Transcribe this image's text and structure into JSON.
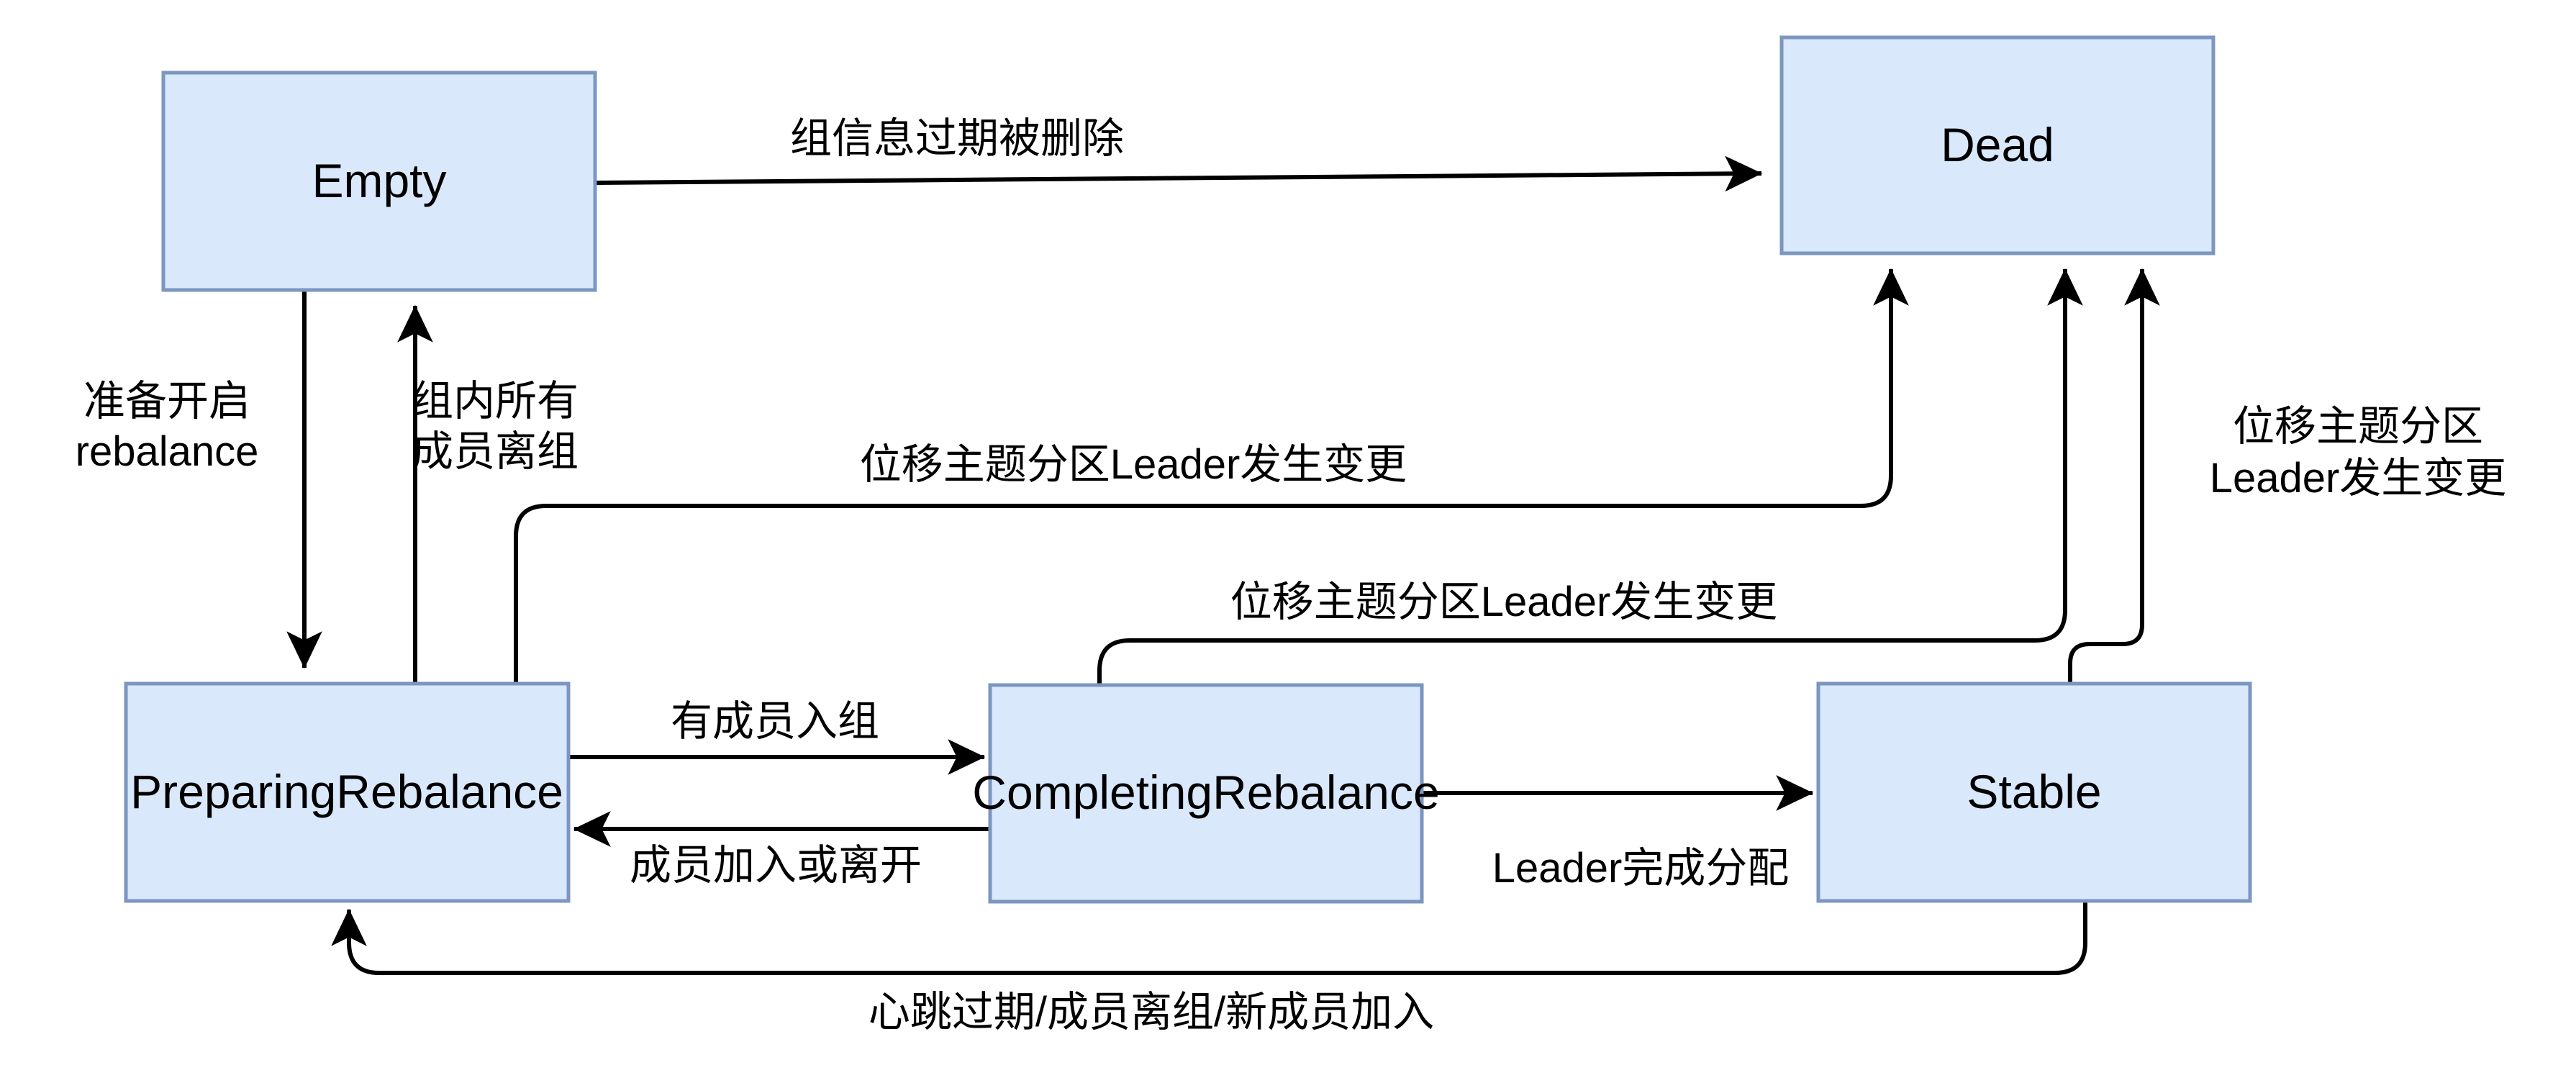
{
  "diagram": {
    "type": "state-machine",
    "colors": {
      "background": "#ffffff",
      "node_fill": "#dae8fc",
      "node_border": "#7b96bf",
      "edge_color": "#000000",
      "text_color": "#000000"
    },
    "nodes": {
      "empty": {
        "label": "Empty"
      },
      "dead": {
        "label": "Dead"
      },
      "preparing_rebalance": {
        "label": "PreparingRebalance"
      },
      "completing_rebalance": {
        "label": "CompletingRebalance"
      },
      "stable": {
        "label": "Stable"
      }
    },
    "edges": {
      "empty_to_dead": {
        "from": "Empty",
        "to": "Dead",
        "label": "组信息过期被删除"
      },
      "empty_to_preparing": {
        "from": "Empty",
        "to": "PreparingRebalance",
        "label": "准备开启 rebalance",
        "label_line1": "准备开启",
        "label_line2": "rebalance"
      },
      "preparing_to_empty": {
        "from": "PreparingRebalance",
        "to": "Empty",
        "label": "组内所有成员离组",
        "label_line1": "组内所有",
        "label_line2": "成员离组"
      },
      "preparing_to_dead": {
        "from": "PreparingRebalance",
        "to": "Dead",
        "label": "位移主题分区Leader发生变更"
      },
      "completing_to_dead": {
        "from": "CompletingRebalance",
        "to": "Dead",
        "label": "位移主题分区Leader发生变更"
      },
      "stable_to_dead": {
        "from": "Stable",
        "to": "Dead",
        "label": "位移主题分区Leader发生变更",
        "label_line1": "位移主题分区",
        "label_line2": "Leader发生变更"
      },
      "preparing_to_completing": {
        "from": "PreparingRebalance",
        "to": "CompletingRebalance",
        "label": "有成员入组"
      },
      "completing_to_preparing": {
        "from": "CompletingRebalance",
        "to": "PreparingRebalance",
        "label": "成员加入或离开"
      },
      "completing_to_stable": {
        "from": "CompletingRebalance",
        "to": "Stable",
        "label": "Leader完成分配"
      },
      "stable_to_preparing": {
        "from": "Stable",
        "to": "PreparingRebalance",
        "label": "心跳过期/成员离组/新成员加入"
      }
    }
  }
}
